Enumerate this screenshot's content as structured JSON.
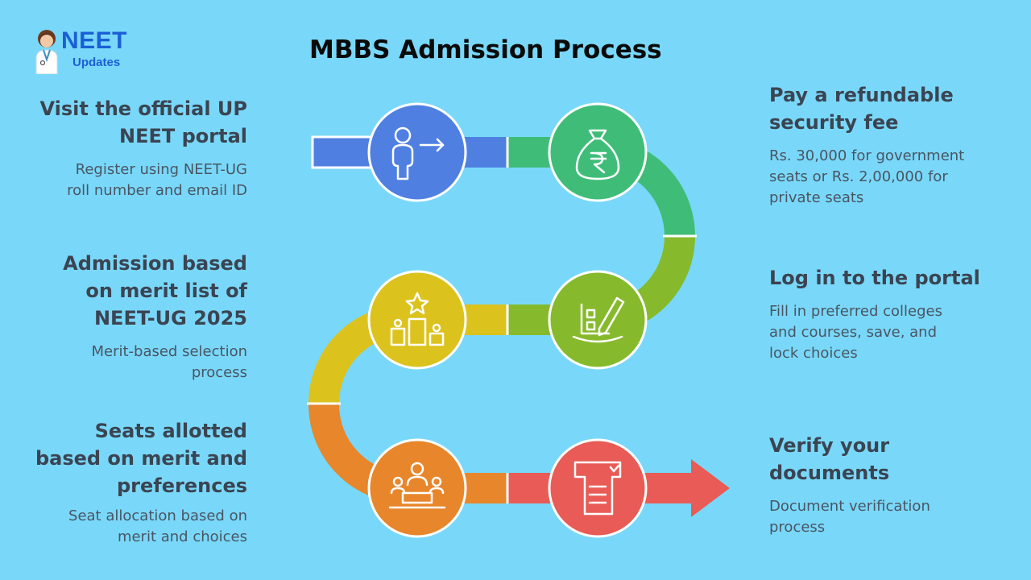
{
  "header": {
    "logo_main": "NEET",
    "logo_sub": "Updates",
    "title": "MBBS Admission Process"
  },
  "steps": [
    {
      "title_lines": [
        "Visit the official UP",
        "NEET portal"
      ],
      "desc_lines": [
        "Register using NEET-UG",
        "roll number and email ID"
      ],
      "icon": "person-arrow-icon",
      "color": "#4f80e1"
    },
    {
      "title_lines": [
        "Pay a refundable",
        "security fee"
      ],
      "desc_lines": [
        "Rs. 30,000 for government",
        "seats or Rs. 2,00,000 for",
        "private seats"
      ],
      "icon": "rupee-money-bag-icon",
      "color": "#3fbd78"
    },
    {
      "title_lines": [
        "Log in to the portal"
      ],
      "desc_lines": [
        "Fill in preferred colleges",
        "and courses, save, and",
        "lock choices"
      ],
      "icon": "form-pencil-icon",
      "color": "#86ba2c"
    },
    {
      "title_lines": [
        "Admission based",
        "on merit list of",
        "NEET-UG 2025"
      ],
      "desc_lines": [
        "Merit-based selection",
        "process"
      ],
      "icon": "podium-star-icon",
      "color": "#dcc21d"
    },
    {
      "title_lines": [
        "Seats allotted",
        "based on merit and",
        "preferences"
      ],
      "desc_lines": [
        "Seat allocation based on",
        "merit and choices"
      ],
      "icon": "people-desk-icon",
      "color": "#e7862a"
    },
    {
      "title_lines": [
        "Verify your",
        "documents"
      ],
      "desc_lines": [
        "Document verification",
        "process"
      ],
      "icon": "document-check-icon",
      "color": "#e85b56"
    }
  ]
}
